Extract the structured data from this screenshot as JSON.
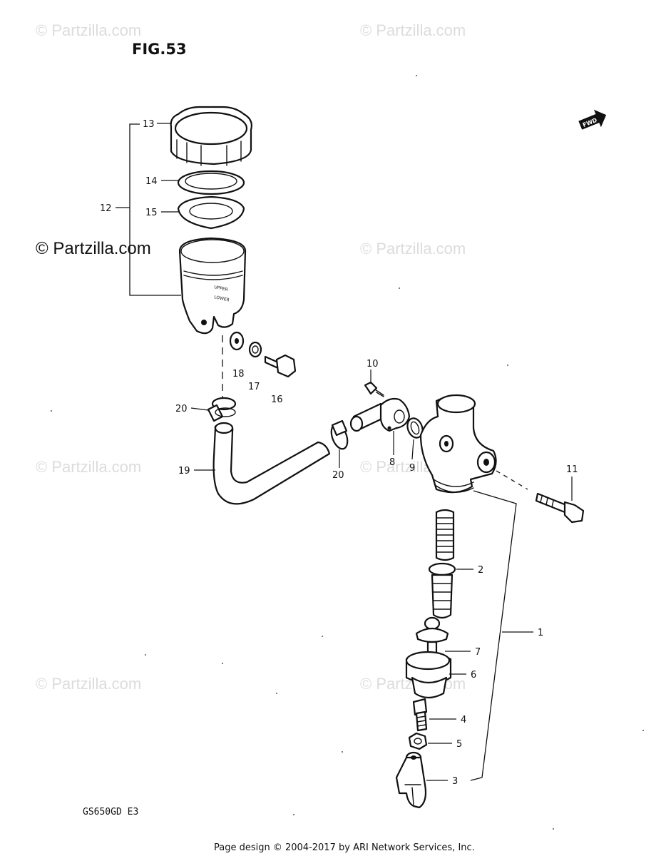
{
  "figure": {
    "title": "FIG.53",
    "model_code": "GS650GD E3",
    "fwd_label": "FWD"
  },
  "watermarks": {
    "light": "© Partzilla.com",
    "dark": "© Partzilla.com"
  },
  "callouts": [
    "1",
    "2",
    "3",
    "4",
    "5",
    "6",
    "7",
    "8",
    "9",
    "10",
    "11",
    "12",
    "13",
    "14",
    "15",
    "16",
    "17",
    "18",
    "19",
    "20",
    "20"
  ],
  "footer": "Page design © 2004-2017 by ARI Network Services, Inc."
}
